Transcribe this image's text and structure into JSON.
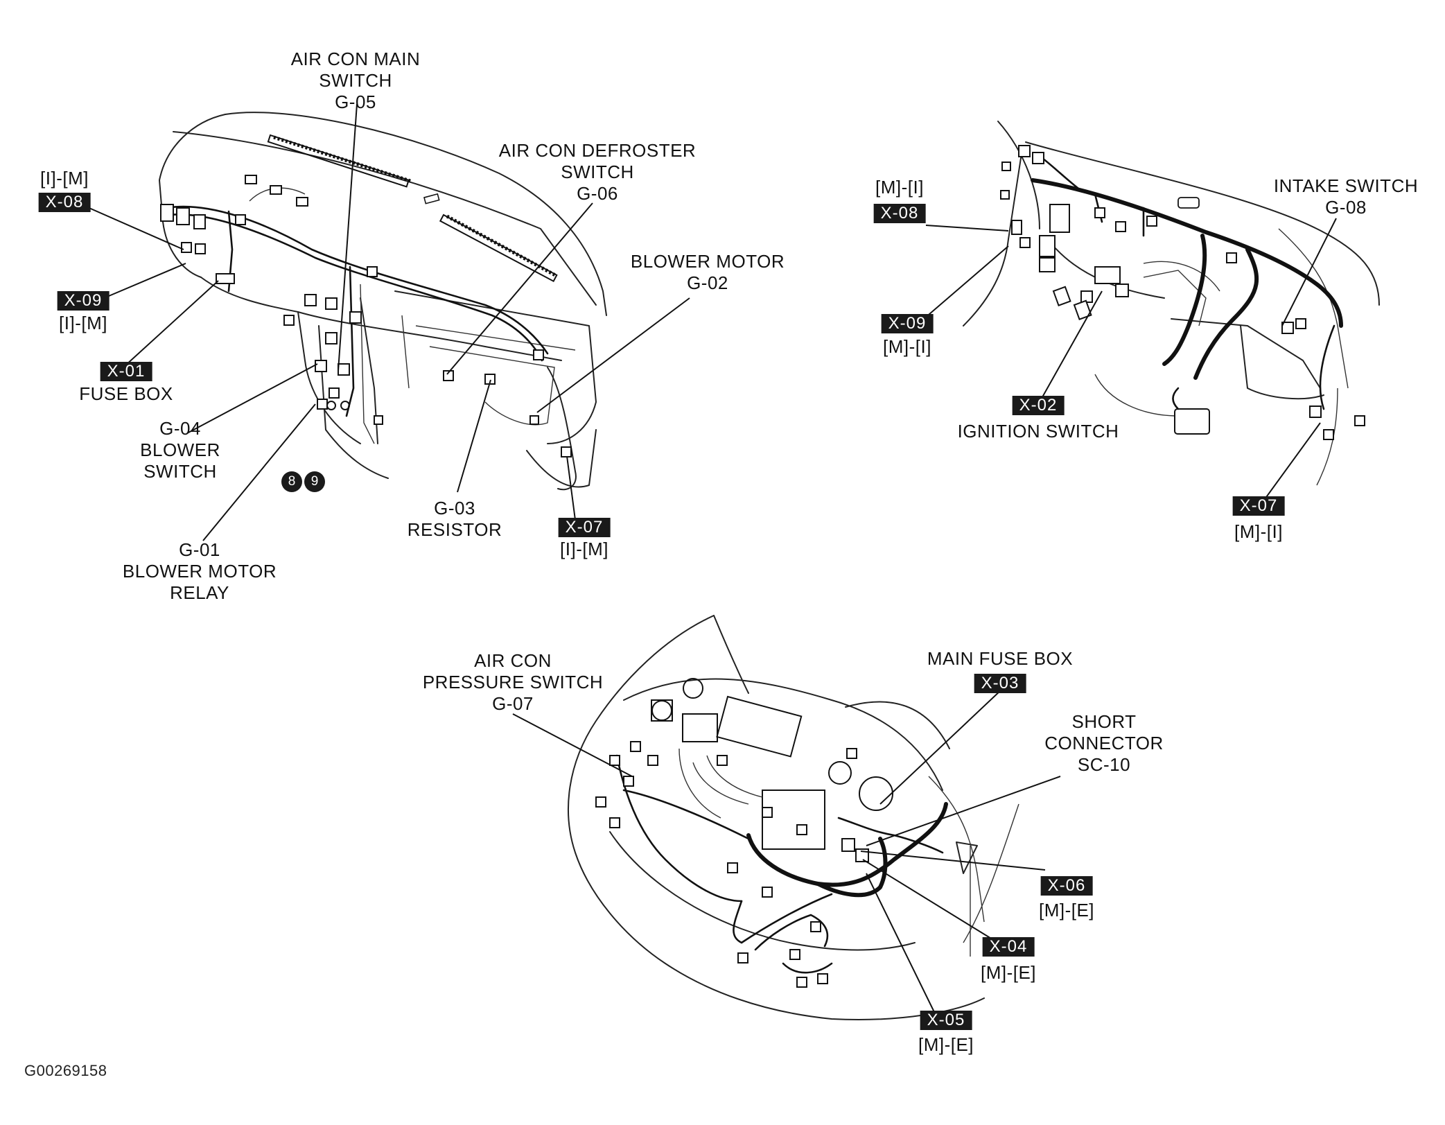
{
  "figure_id": "G00269158",
  "dash_left": {
    "labels": {
      "air_con_main_switch": [
        "AIR CON MAIN",
        "SWITCH",
        "G-05"
      ],
      "air_con_defroster_switch": [
        "AIR CON DEFROSTER",
        "SWITCH",
        "G-06"
      ],
      "blower_motor": [
        "BLOWER MOTOR",
        "G-02"
      ],
      "x08_code": "[I]-[M]",
      "x09_code": "[I]-[M]",
      "fuse_box": "FUSE BOX",
      "blower_switch": [
        "G-04",
        "BLOWER",
        "SWITCH"
      ],
      "resistor": [
        "G-03",
        "RESISTOR"
      ],
      "x07_code": "[I]-[M]",
      "blower_motor_relay": [
        "G-01",
        "BLOWER MOTOR",
        "RELAY"
      ]
    },
    "tags": {
      "x08": "X-08",
      "x09": "X-09",
      "x01": "X-01",
      "x07": "X-07"
    },
    "pins": [
      "8",
      "9"
    ]
  },
  "dash_right": {
    "labels": {
      "x08_code": "[M]-[I]",
      "intake_switch": [
        "INTAKE SWITCH",
        "G-08"
      ],
      "x09_code": "[M]-[I]",
      "ignition_switch": "IGNITION SWITCH",
      "x07_code": "[M]-[I]"
    },
    "tags": {
      "x08": "X-08",
      "x09": "X-09",
      "x02": "X-02",
      "x07": "X-07"
    }
  },
  "engine_bay": {
    "labels": {
      "air_con_pressure_switch": [
        "AIR CON",
        "PRESSURE SWITCH",
        "G-07"
      ],
      "main_fuse_box": "MAIN FUSE BOX",
      "short_connector": [
        "SHORT",
        "CONNECTOR",
        "SC-10"
      ],
      "x06_code": "[M]-[E]",
      "x04_code": "[M]-[E]",
      "x05_code": "[M]-[E]"
    },
    "tags": {
      "x03": "X-03",
      "x06": "X-06",
      "x04": "X-04",
      "x05": "X-05"
    }
  }
}
